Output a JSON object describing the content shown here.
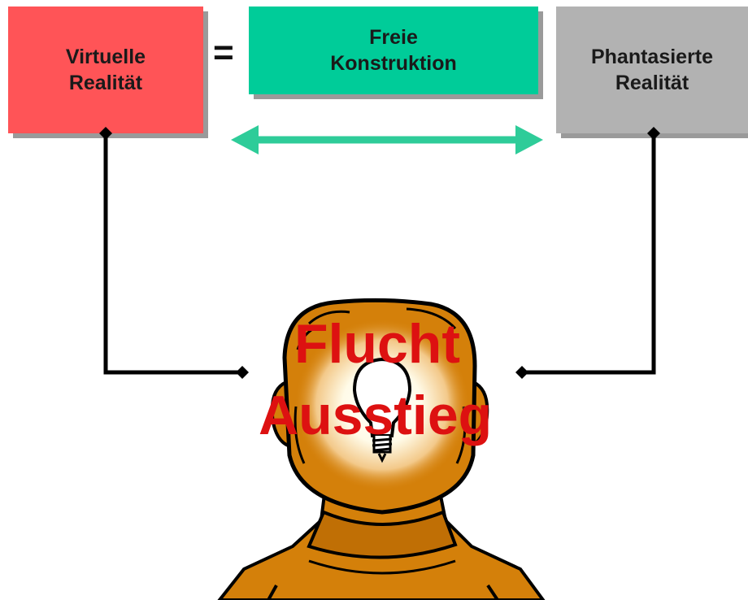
{
  "boxes": {
    "virtual": {
      "label": "Virtuelle\nRealität",
      "color": "#ff5457"
    },
    "freie": {
      "label": "Freie\nKonstruktion",
      "color": "#00cc99"
    },
    "phantasiert": {
      "label": "Phantasierte\nRealität",
      "color": "#b2b2b2"
    }
  },
  "equals_sign": "=",
  "head_words": {
    "line1": "Flucht",
    "line2": "Ausstieg"
  },
  "colors": {
    "arrow": "#2ecc99",
    "connector": "#000000",
    "head": "#d4800a",
    "glow": "#fff6cc",
    "text_red": "#dd1111"
  },
  "icons": {
    "head": "thinking-head-icon",
    "bulb": "lightbulb-icon"
  }
}
